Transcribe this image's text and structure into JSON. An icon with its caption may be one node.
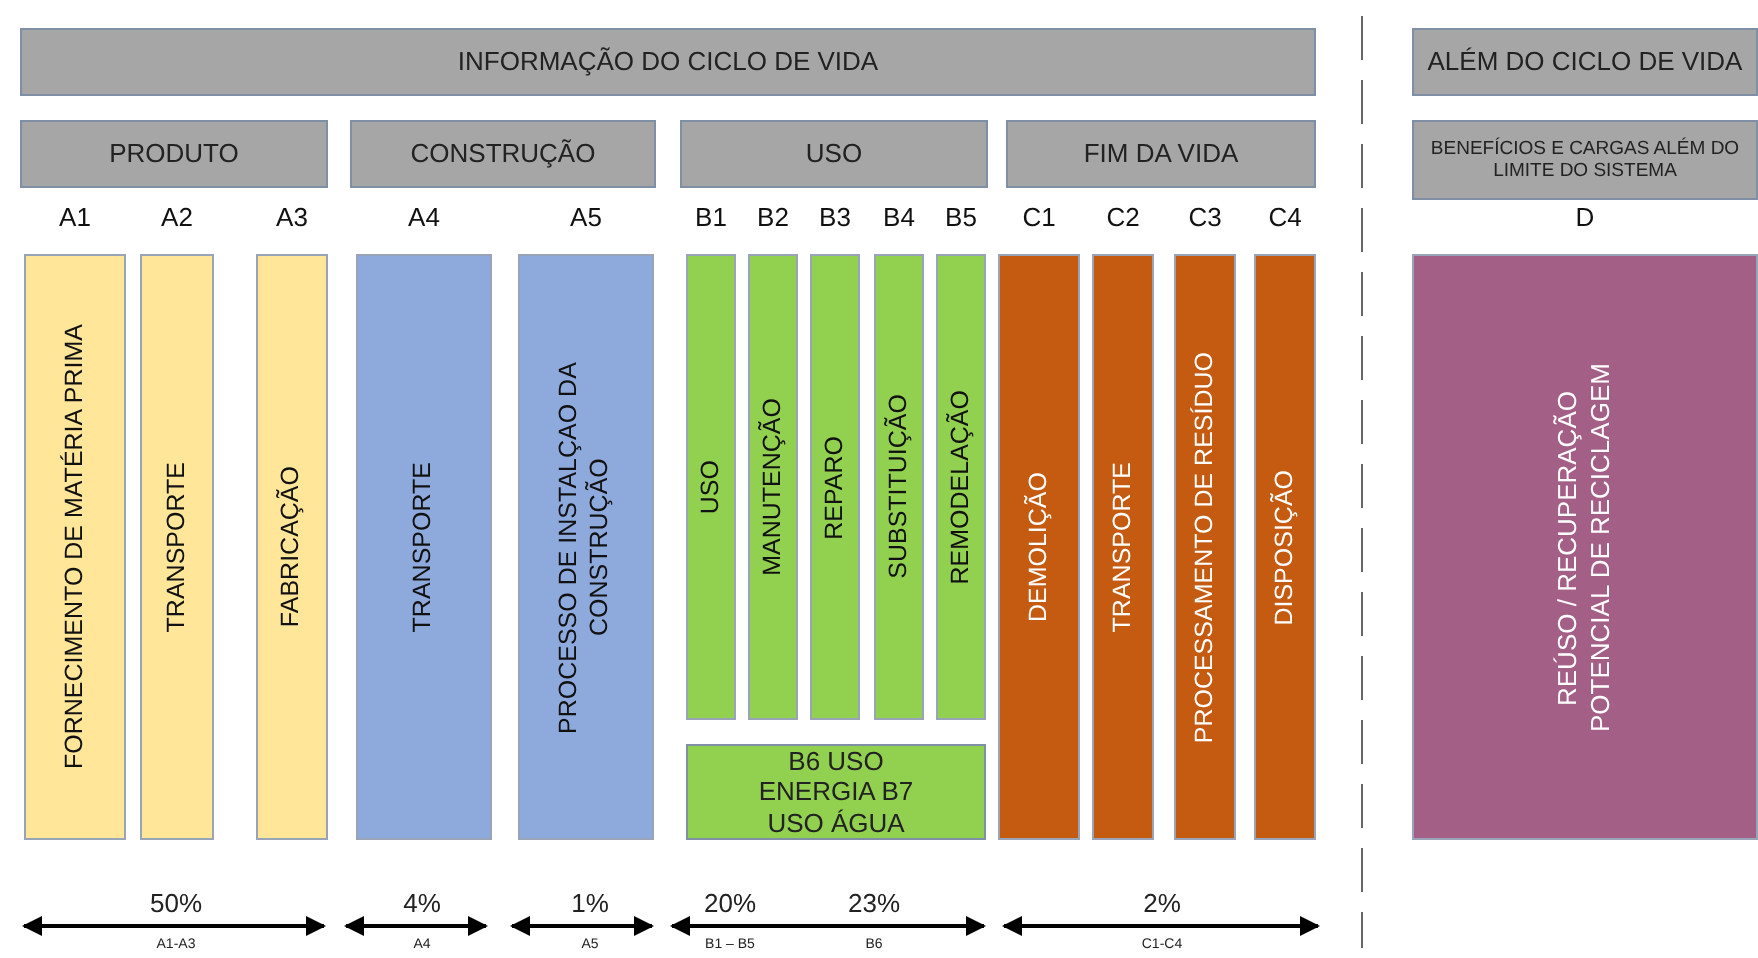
{
  "diagram": {
    "nodes": [
      {
        "text": [
          "INFORMAÇÃO DO CICLO DE VIDA"
        ]
      },
      {
        "text": [
          "ALÉM DO CICLO DE VIDA"
        ]
      },
      {
        "text": [
          "PRODUTO"
        ]
      },
      {
        "text": [
          "CONSTRUÇÃO"
        ]
      },
      {
        "text": [
          "USO"
        ]
      },
      {
        "text": [
          "FIM DA VIDA"
        ]
      },
      {
        "text": [
          "BENEFÍCIOS E CARGAS ALÉM DO LIMITE DO SISTEMA"
        ]
      },
      {
        "text": [
          "A1",
          "FORNECIMENTO DE MATÉRIA PRIMA"
        ]
      },
      {
        "text": [
          "A2",
          "TRANSPORTE"
        ]
      },
      {
        "text": [
          "A3",
          "FABRICAÇÃO"
        ]
      },
      {
        "text": [
          "A4",
          "TRANSPORTE"
        ]
      },
      {
        "text": [
          "A5",
          "PROCESSO DE INSTALÇAO DA CONSTRUÇÃO"
        ]
      },
      {
        "text": [
          "B1",
          "USO"
        ]
      },
      {
        "text": [
          "B2",
          "MANUTENÇÃO"
        ]
      },
      {
        "text": [
          "B3",
          "REPARO"
        ]
      },
      {
        "text": [
          "B4",
          "SUBSTITUIÇÃO"
        ]
      },
      {
        "text": [
          "B5",
          "REMODELAÇÃO"
        ]
      },
      {
        "text": [
          "C1",
          "DEMOLIÇÃO"
        ]
      },
      {
        "text": [
          "C2",
          "TRANSPORTE"
        ]
      },
      {
        "text": [
          "C3",
          "PROCESSAMENTO DE RESÍDUO"
        ]
      },
      {
        "text": [
          "C4",
          "DISPOSIÇÃO"
        ]
      },
      {
        "text": [
          "D",
          "REÚSO / RECUPERAÇÃO POTENCIAL DE RECICLAGEM"
        ]
      },
      {
        "text": [
          "B6 USO ENERGIA B7 USO ÁGUA"
        ]
      }
    ],
    "edges": [],
    "labels": [
      "50%",
      "4%",
      "1%",
      "20%",
      "23%",
      "2%",
      "A1-A3",
      "A4",
      "A5",
      "B1 – B5",
      "B6",
      "C1-C4"
    ]
  }
}
